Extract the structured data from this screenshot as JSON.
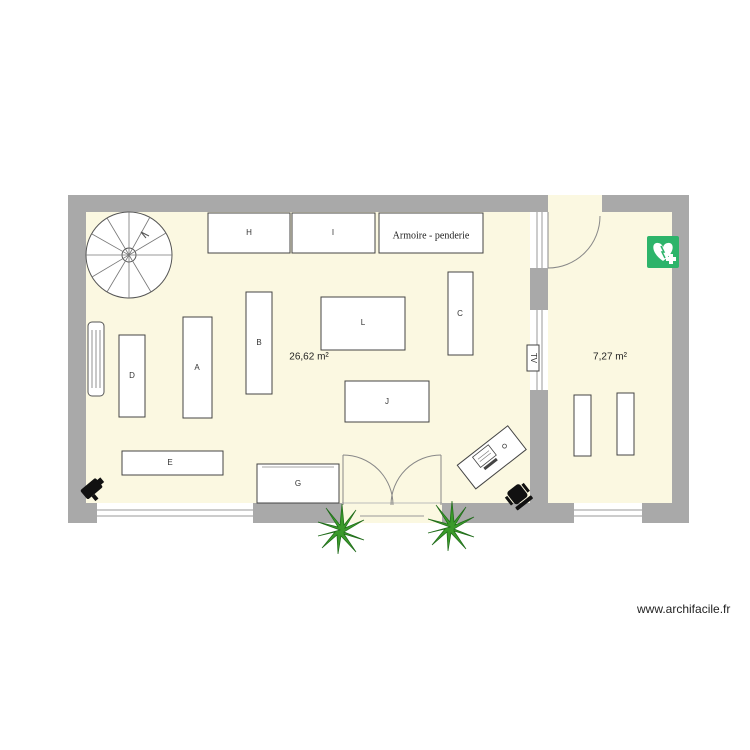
{
  "rooms": [
    {
      "id": "main",
      "area": "26,62 m²"
    },
    {
      "id": "side",
      "area": "7,27 m²"
    }
  ],
  "furniture": {
    "A": "A",
    "B": "B",
    "C": "C",
    "D": "D",
    "E": "E",
    "G": "G",
    "H": "H",
    "I": "I",
    "J": "J",
    "L": "L",
    "armoire": "Armoire - penderie",
    "tv": "TV"
  },
  "icons": {
    "first_aid": "first-aid-icon",
    "staircase": "spiral-staircase-icon",
    "plants": "plant-icon",
    "radiator": "radiator-icon",
    "camera": "camera-icon",
    "desk": "desk-with-laptop-icon",
    "chair": "office-chair-icon"
  },
  "colors": {
    "wall": "#a9a9a9",
    "floor": "#fbf8e1",
    "furniture": "#ffffff",
    "first_aid": "#2db46a",
    "plant": "#3a9a2a"
  },
  "watermark": "www.archifacile.fr"
}
